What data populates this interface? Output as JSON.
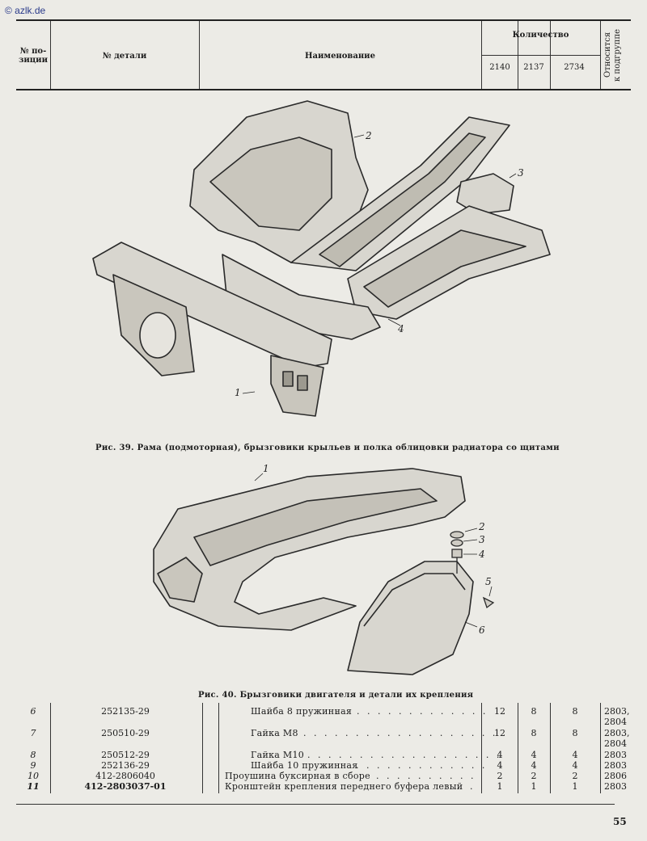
{
  "watermark": "© azlk.de",
  "header": {
    "pos_label": "№ по-\nзиции",
    "part_label": "№ детали",
    "name_label": "Наименование",
    "qty_label": "Количество",
    "qty_cols": [
      "2140",
      "2137",
      "2734"
    ],
    "group_label": "Относится\nк подгруппе"
  },
  "figures": [
    {
      "caption": "Рис. 39. Рама (подмоторная), брызговики крыльев и полка облицовки радиатора со щитами",
      "labels": [
        "1",
        "2",
        "3",
        "4"
      ]
    },
    {
      "caption": "Рис. 40. Брызговики двигателя и детали их крепления",
      "labels": [
        "1",
        "2",
        "3",
        "4",
        "5",
        "6"
      ]
    }
  ],
  "parts": [
    {
      "pos": "6",
      "part": "252135-29",
      "name": "Шайба 8 пружинная",
      "q": [
        "12",
        "8",
        "8"
      ],
      "group": "2803,\n2804"
    },
    {
      "pos": "7",
      "part": "250510-29",
      "name": "Гайка М8",
      "q": [
        "12",
        "8",
        "8"
      ],
      "group": "2803,\n2804"
    },
    {
      "pos": "8",
      "part": "250512-29",
      "name": "Гайка М10",
      "q": [
        "4",
        "4",
        "4"
      ],
      "group": "2803"
    },
    {
      "pos": "9",
      "part": "252136-29",
      "name": "Шайба 10 пружинная",
      "q": [
        "4",
        "4",
        "4"
      ],
      "group": "2803"
    },
    {
      "pos": "10",
      "part": "412-2806040",
      "name": "Проушина буксирная в сборе",
      "q": [
        "2",
        "2",
        "2"
      ],
      "group": "2806"
    },
    {
      "pos": "11",
      "part": "412-2803037-01",
      "name": "Кронштейн крепления переднего буфера левый",
      "q": [
        "1",
        "1",
        "1"
      ],
      "group": "2803"
    }
  ],
  "page_number": "55"
}
